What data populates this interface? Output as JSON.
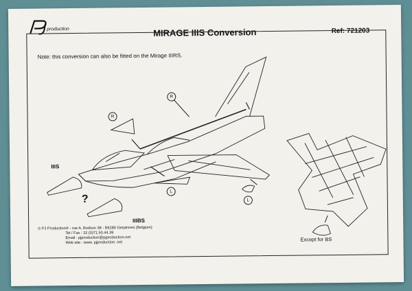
{
  "header": {
    "logo_text": "PJ production",
    "title": "MIRAGE IIIS Conversion",
    "ref": "Ref: 721203"
  },
  "note": "Note: this conversion can also be fitted on the Mirage IIIRS.",
  "labels": {
    "iiis": "IIIS",
    "iiibs": "IIIBS",
    "question": "?",
    "except": "Except for BS"
  },
  "markers": {
    "r1": "R",
    "r2": "R",
    "l1": "L",
    "l2": "L"
  },
  "footer": {
    "line1": "© PJ Production® - rue A. Bodson 38 - B6280 Gerpinnes (Belgium)",
    "line2": "Tel / Fax : 32 (0)71.50.44.39",
    "line3": "Email : pjproduction@pjproduction.net",
    "line4": "Web site : www. pjproduction. net"
  },
  "colors": {
    "background": "#5f8f95",
    "paper": "#f2f1ec",
    "ink": "#111111"
  }
}
